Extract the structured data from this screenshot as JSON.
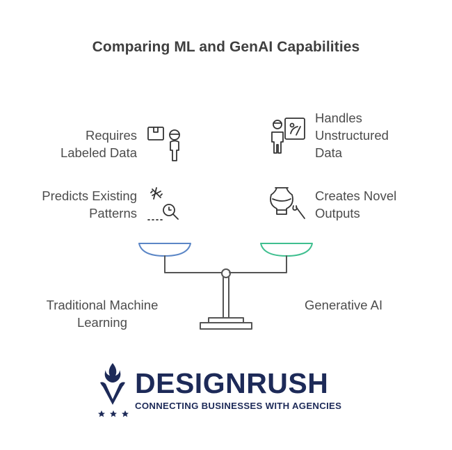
{
  "title": "Comparing ML and GenAI Capabilities",
  "left": {
    "items": [
      {
        "lines": [
          "Requires",
          "Labeled Data"
        ],
        "icon": "labeled-data-icon"
      },
      {
        "lines": [
          "Predicts Existing",
          "Patterns"
        ],
        "icon": "pattern-search-icon"
      }
    ],
    "side_label": [
      "Traditional Machine",
      "Learning"
    ],
    "pan_color": "#5b86c6"
  },
  "right": {
    "items": [
      {
        "lines": [
          "Handles",
          "Unstructured",
          "Data"
        ],
        "icon": "painter-easel-icon"
      },
      {
        "lines": [
          "Creates Novel",
          "Outputs"
        ],
        "icon": "vase-brush-icon"
      }
    ],
    "side_label": [
      "Generative AI"
    ],
    "pan_color": "#3fbf8f"
  },
  "scale_color": "#555555",
  "brand": {
    "name": "DESIGNRUSH",
    "tagline": "CONNECTING BUSINESSES WITH AGENCIES",
    "color": "#1d2a58"
  }
}
